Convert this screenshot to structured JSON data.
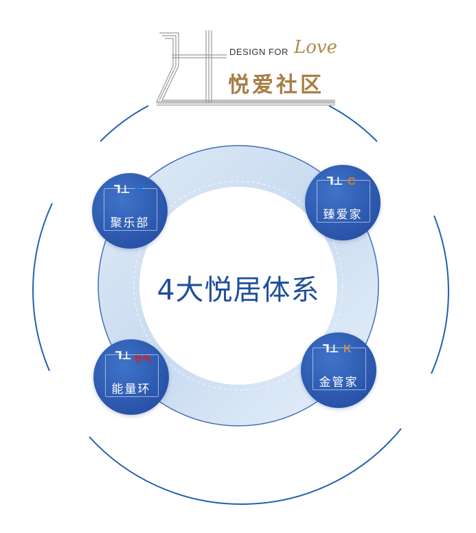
{
  "logo": {
    "design_for": "DESIGN FOR",
    "love": "Love",
    "brand": "悦爱社区"
  },
  "center": {
    "title": "4大悦居体系"
  },
  "nodes": [
    {
      "tag": "H",
      "tag_color": "#1a6fd1",
      "label": "聚乐部"
    },
    {
      "tag": "C",
      "tag_color": "#e07a1e",
      "label": "臻爱家"
    },
    {
      "tag": "节气",
      "tag_color": "#c9252b",
      "label": "能量环"
    },
    {
      "tag": "K",
      "tag_color": "#c4955a",
      "label": "金管家"
    }
  ],
  "colors": {
    "ring": "#1f5fb0",
    "accent_gold": "#a87d45",
    "title_blue": "#1f4f9a"
  }
}
